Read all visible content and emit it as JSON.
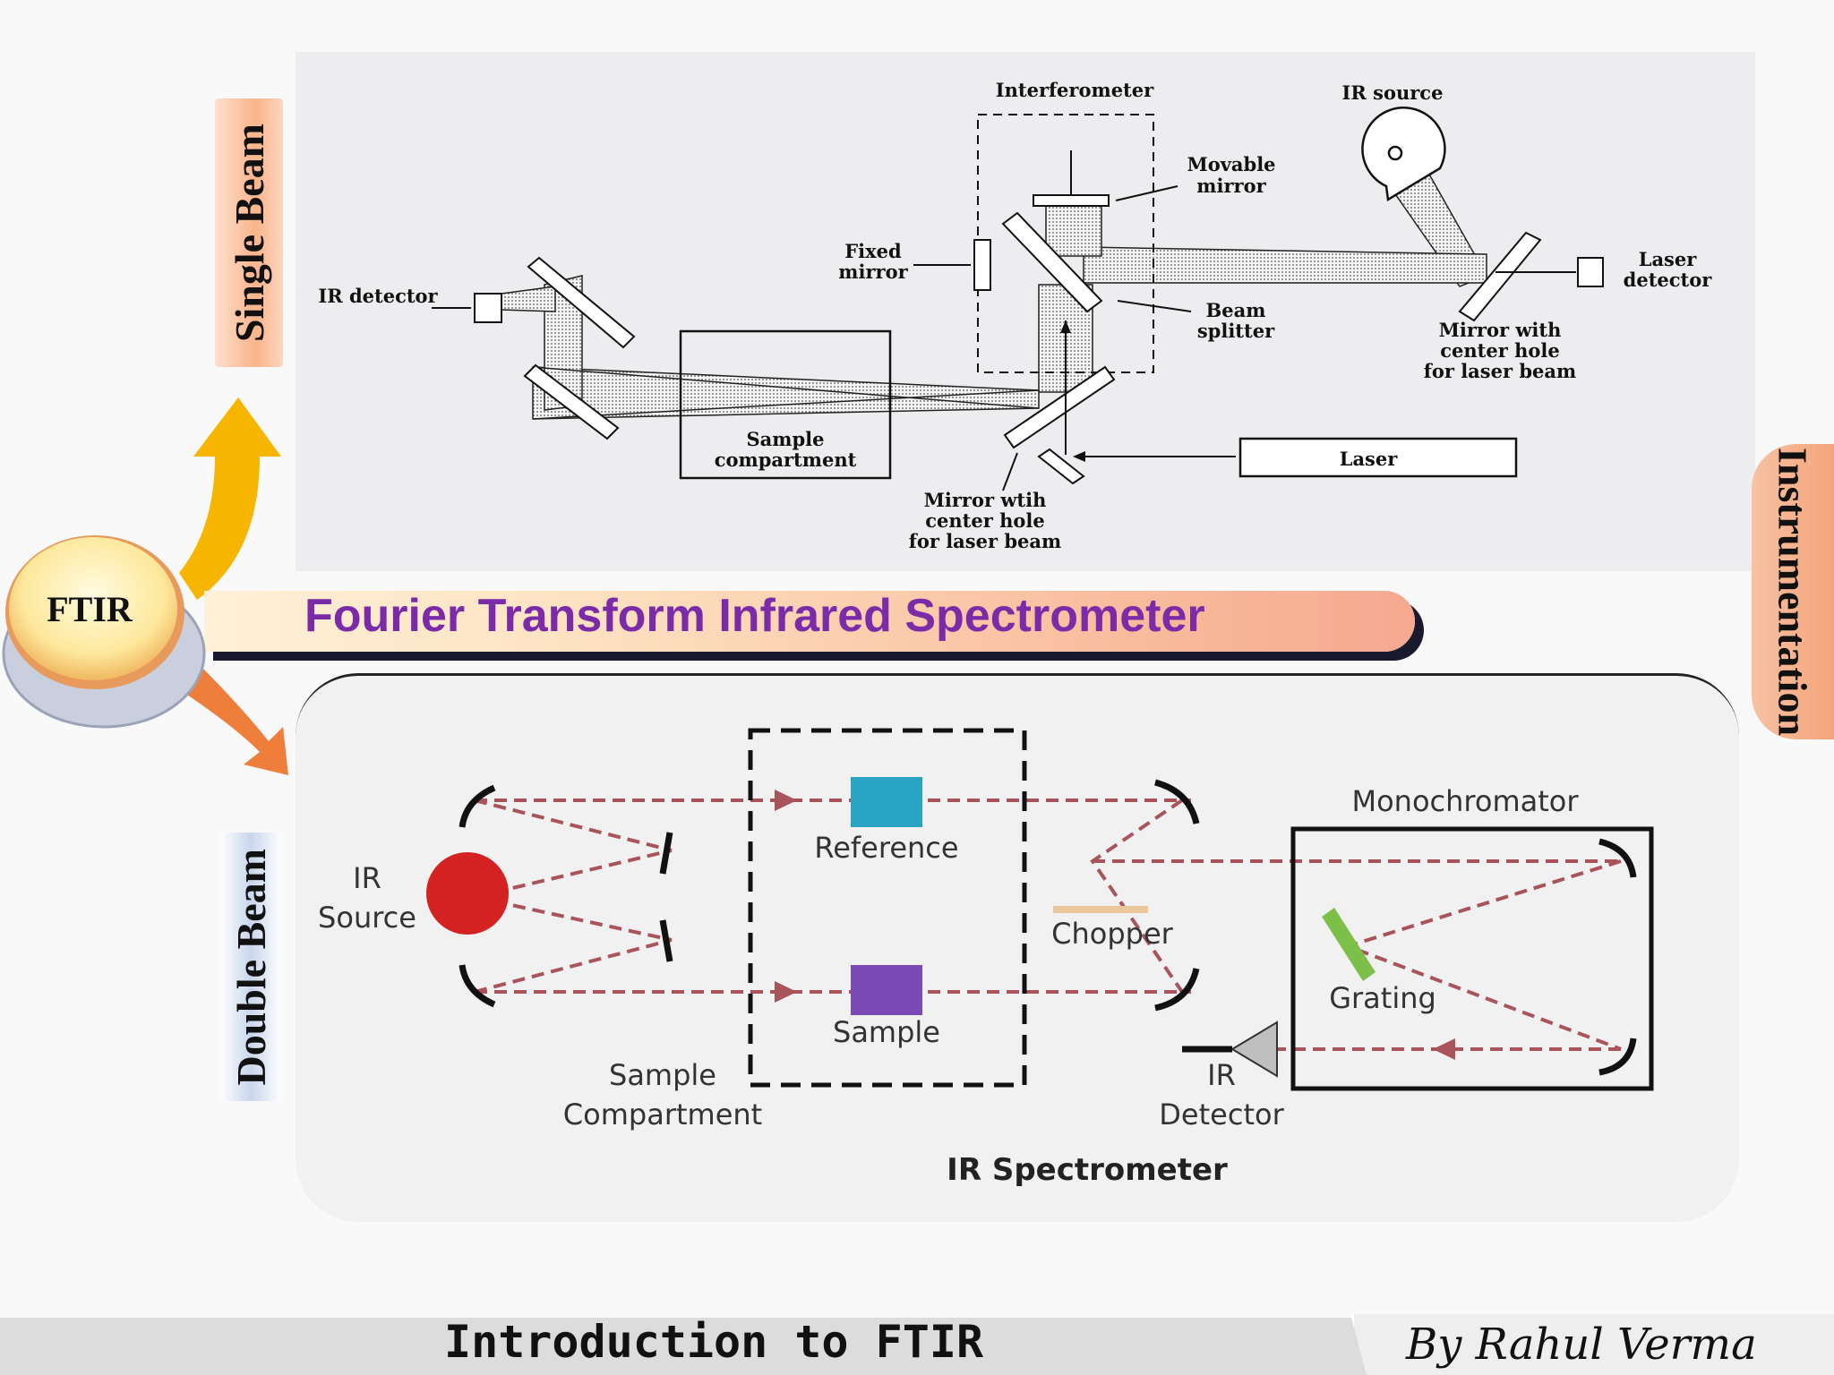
{
  "slide": {
    "ftir_button": "FTIR",
    "title": "Fourier Transform Infrared Spectrometer",
    "single_beam": "Single Beam",
    "double_beam": "Double Beam",
    "instrumentation": "Instrumentation",
    "footer_title": "Introduction to FTIR",
    "footer_author": "By Rahul Verma"
  },
  "single_beam_diagram": {
    "interferometer": "Interferometer",
    "ir_source": "IR source",
    "movable_mirror": [
      "Movable",
      "mirror"
    ],
    "fixed_mirror": [
      "Fixed",
      "mirror"
    ],
    "ir_detector": "IR detector",
    "laser_detector": [
      "Laser",
      "detector"
    ],
    "beam_splitter": [
      "Beam",
      "splitter"
    ],
    "mirror_center_hole_right": [
      "Mirror with",
      "center hole",
      "for laser beam"
    ],
    "sample_compartment": [
      "Sample",
      "compartment"
    ],
    "laser": "Laser",
    "mirror_center_hole_bottom": [
      "Mirror wtih",
      "center hole",
      "for laser beam"
    ]
  },
  "double_beam_diagram": {
    "ir_source": [
      "IR",
      "Source"
    ],
    "reference": "Reference",
    "sample": "Sample",
    "sample_compartment": [
      "Sample",
      "Compartment"
    ],
    "chopper": "Chopper",
    "monochromator": "Monochromator",
    "grating": "Grating",
    "ir_detector": [
      "IR",
      "Detector"
    ],
    "caption": "IR Spectrometer"
  },
  "colors": {
    "title_text": "#7b2aa8",
    "single_arrow": "#f7b500",
    "double_arrow": "#ef7e3a",
    "beam_dash": "#a9535a",
    "reference_block": "#2aa6c4",
    "sample_block": "#7b4bb5",
    "source_ball": "#d42222",
    "grating": "#7cc04a"
  }
}
